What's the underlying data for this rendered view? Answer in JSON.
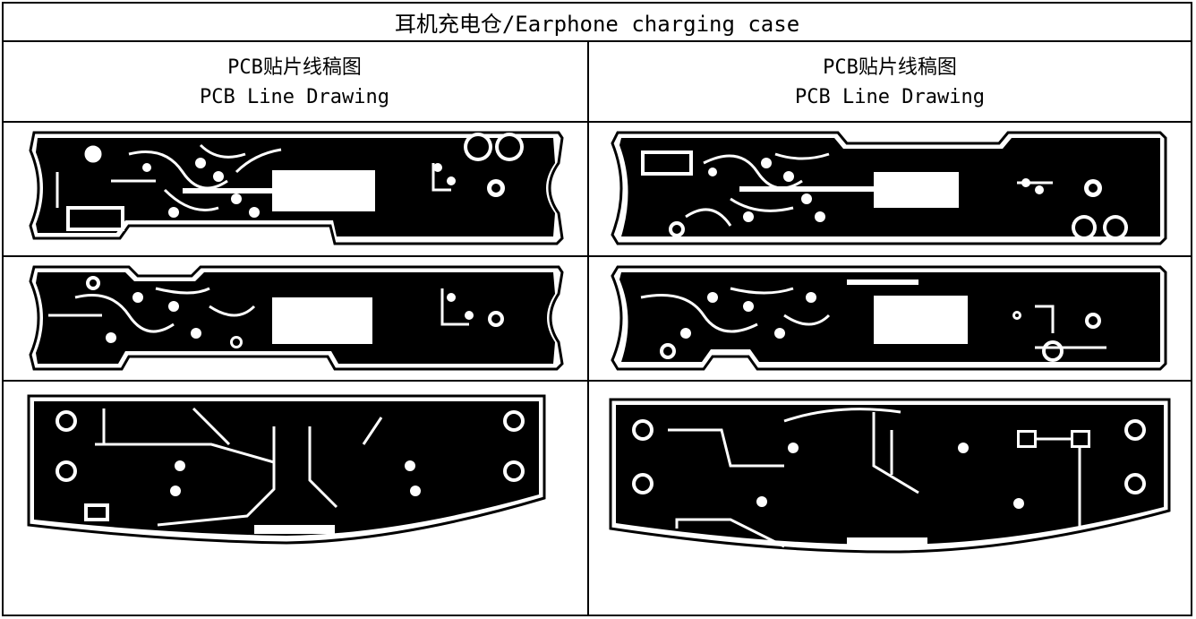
{
  "title": "耳机充电仓/Earphone charging case",
  "columns": [
    {
      "heading_cn": "PCB贴片线稿图",
      "heading_en": "PCB Line Drawing"
    },
    {
      "heading_cn": "PCB贴片线稿图",
      "heading_en": "PCB Line Drawing"
    }
  ],
  "colors": {
    "pcb_fill": "#000000",
    "background": "#ffffff",
    "border": "#000000"
  }
}
